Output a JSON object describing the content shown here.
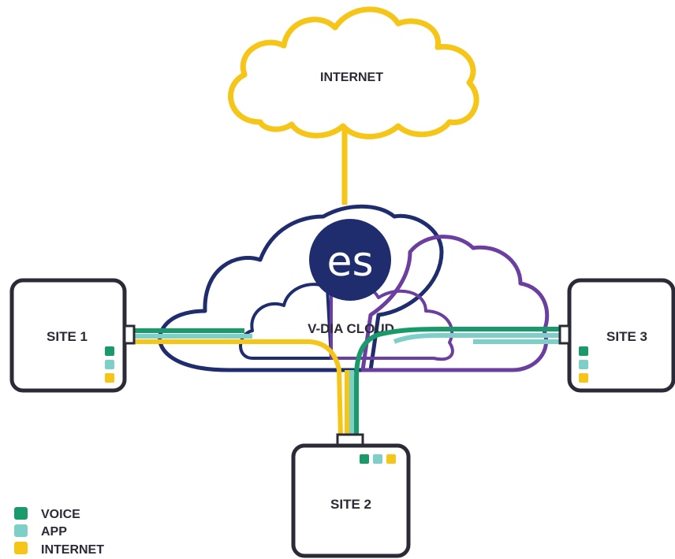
{
  "colors": {
    "voice": "#1a9a6b",
    "app": "#7fcfc9",
    "internet": "#f5c518",
    "navy": "#1f2d6e",
    "purple": "#6b3fa0",
    "box_border": "#2b2b38"
  },
  "internet_cloud": {
    "label": "INTERNET"
  },
  "vdia_cloud": {
    "label": "V-DIA CLOUD",
    "logo_text": "es"
  },
  "sites": [
    {
      "label": "SITE 1"
    },
    {
      "label": "SITE 2"
    },
    {
      "label": "SITE 3"
    }
  ],
  "legend": [
    {
      "label": "VOICE",
      "color": "#1a9a6b"
    },
    {
      "label": "APP",
      "color": "#7fcfc9"
    },
    {
      "label": "INTERNET",
      "color": "#f5c518"
    }
  ]
}
